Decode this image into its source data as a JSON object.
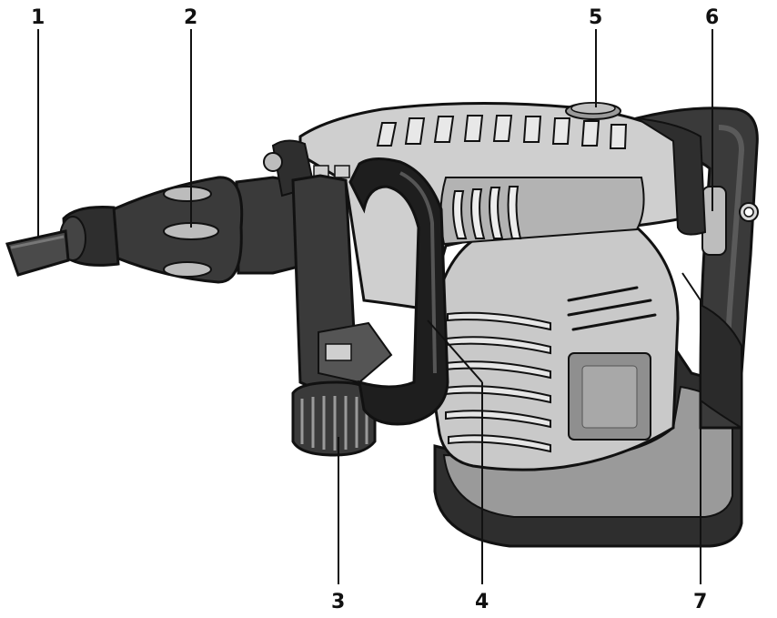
{
  "diagram": {
    "callouts": [
      {
        "id": "1",
        "label": "1"
      },
      {
        "id": "2",
        "label": "2"
      },
      {
        "id": "3",
        "label": "3"
      },
      {
        "id": "4",
        "label": "4"
      },
      {
        "id": "5",
        "label": "5"
      },
      {
        "id": "6",
        "label": "6"
      },
      {
        "id": "7",
        "label": "7"
      }
    ]
  },
  "colors": {
    "body_light": "#c9c9c9",
    "body_mid": "#a6a6a6",
    "dark": "#2a2a2a",
    "black": "#111111"
  }
}
